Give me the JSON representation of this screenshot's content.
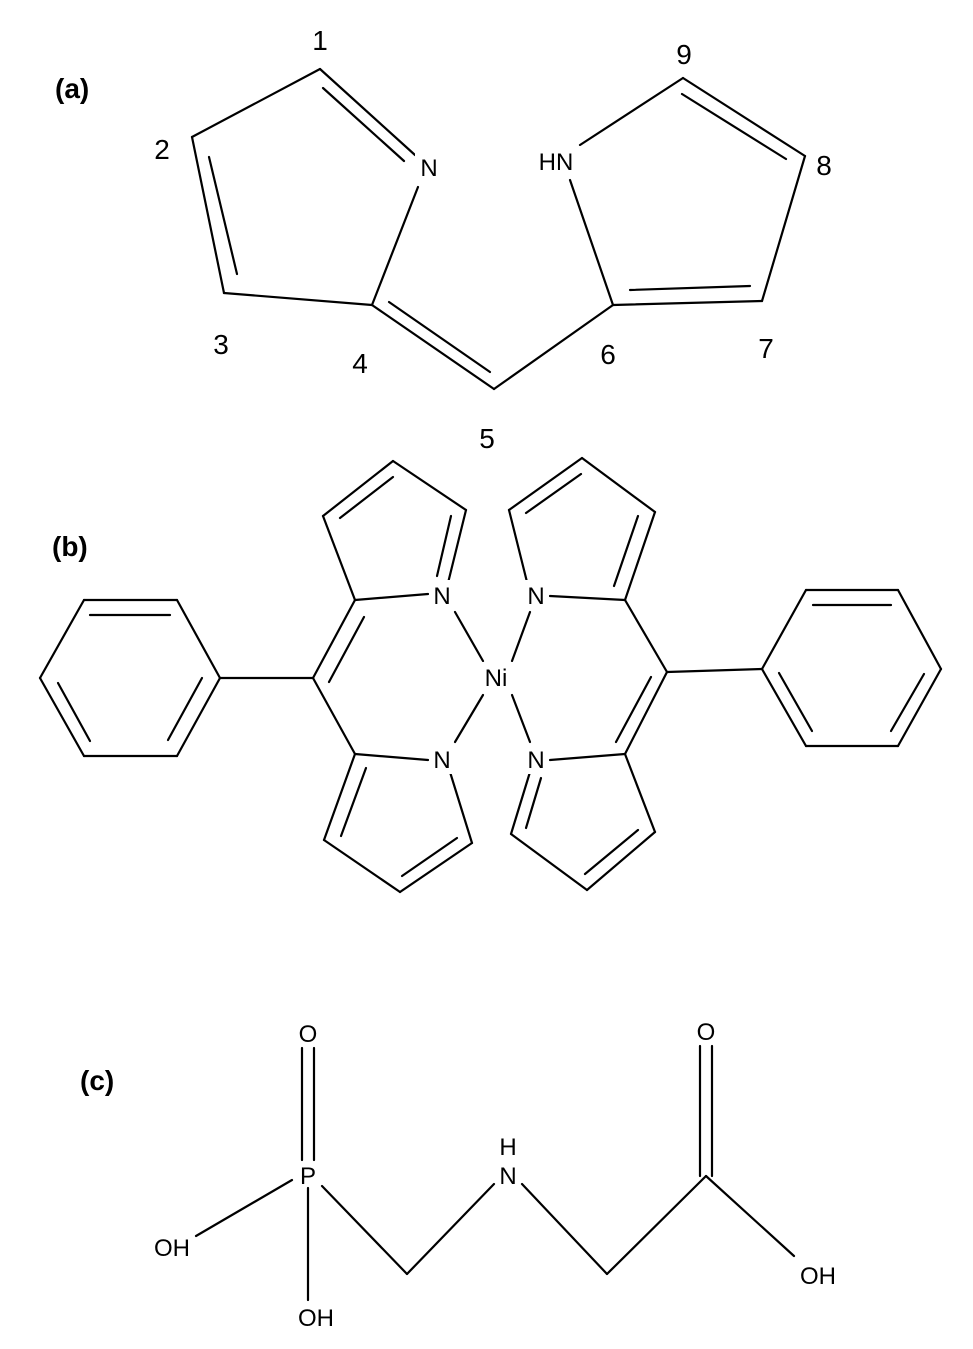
{
  "panels": {
    "a": {
      "label": "(a)",
      "atom_numbers": [
        "1",
        "2",
        "3",
        "4",
        "5",
        "6",
        "7",
        "8",
        "9"
      ],
      "atoms": {
        "n_left": "N",
        "nh_right": "HN"
      }
    },
    "b": {
      "label": "(b)",
      "atoms": {
        "metal": "Ni",
        "n1": "N",
        "n2": "N",
        "n3": "N",
        "n4": "N"
      }
    },
    "c": {
      "label": "(c)",
      "atoms": {
        "phosphorus": "P",
        "p_oxygen": "O",
        "p_hydroxyl_left": "OH",
        "p_hydroxyl_bottom": "OH",
        "amine_h": "H",
        "amine_n": "N",
        "carbonyl_o": "O",
        "carboxyl_oh": "OH"
      }
    }
  }
}
